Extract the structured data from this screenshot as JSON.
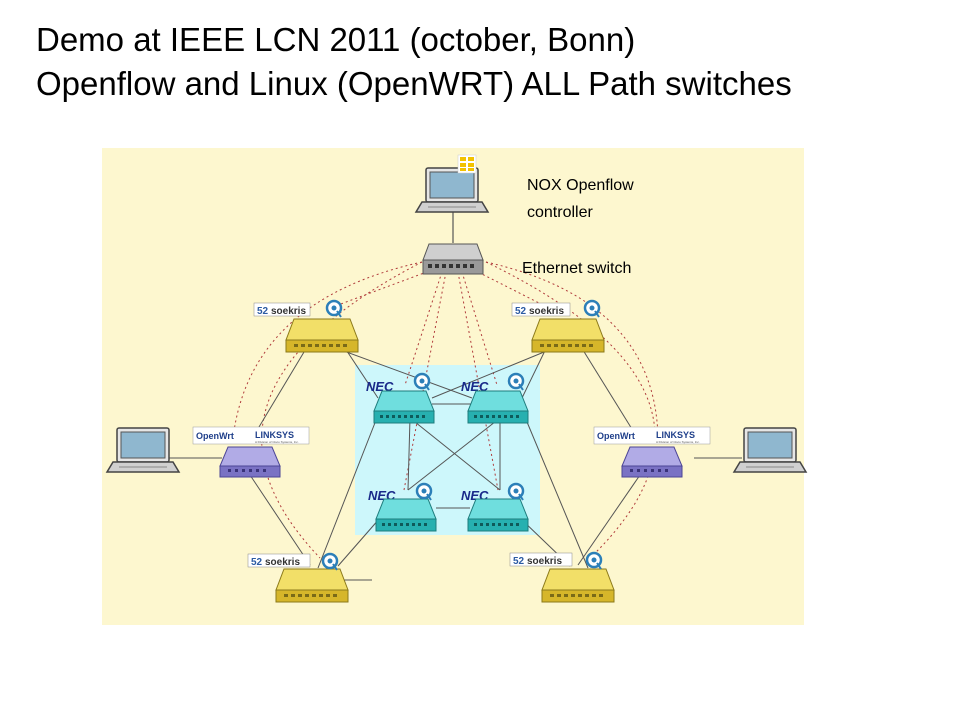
{
  "title": {
    "line1": "Demo at IEEE LCN 2011 (october, Bonn)",
    "line2": "Openflow and Linux (OpenWRT) ALL Path switches"
  },
  "labels": {
    "controller_line1": "NOX Openflow",
    "controller_line2": "controller",
    "ethernet_switch": "Ethernet switch"
  },
  "brands": {
    "soekris_prefix": "52",
    "soekris": "soekris",
    "nec": "NEC",
    "openwrt": "OpenWrt",
    "linksys": "LINKSYS",
    "linksys_sub": "A Division of Cisco Systems, Inc."
  },
  "colors": {
    "background": "#fdf7cf",
    "nec_zone": "#cdf7fb",
    "soekris": "#ead13a",
    "nec": "#2fc3c3",
    "linksys": "#8a83cf",
    "link": "#555555"
  }
}
